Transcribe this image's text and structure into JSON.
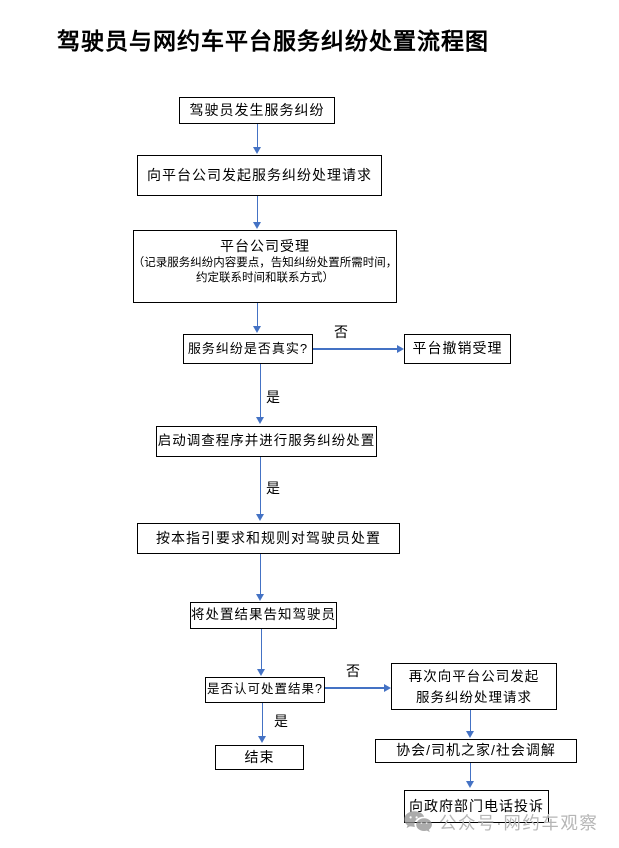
{
  "page": {
    "title": "驾驶员与网约车平台服务纠纷处置流程图"
  },
  "colors": {
    "arrow_blue": "#4472C4",
    "box_border": "#000000",
    "background": "#FFFFFF",
    "watermark_gray": "#B6B6B6"
  },
  "nodes": {
    "dispute_occurs": {
      "label": "驾驶员发生服务纠纷"
    },
    "send_request": {
      "label": "向平台公司发起服务纠纷处理请求"
    },
    "platform_accept": {
      "title": "平台公司受理",
      "note_line1": "（记录服务纠纷内容要点，告知纠纷处置所需时间，",
      "note_line2": "约定联系时间和联系方式）"
    },
    "is_dispute_real": {
      "label": "服务纠纷是否真实?"
    },
    "platform_cancel": {
      "label": "平台撤销受理"
    },
    "start_investigation": {
      "label": "启动调查程序并进行服务纠纷处置"
    },
    "handle_driver": {
      "label": "按本指引要求和规则对驾驶员处置"
    },
    "notify_result": {
      "label": "将处置结果告知驾驶员"
    },
    "accept_result": {
      "label": "是否认可处置结果?"
    },
    "re_request": {
      "line1": "再次向平台公司发起",
      "line2": "服务纠纷处理请求"
    },
    "end": {
      "label": "结束"
    },
    "mediation": {
      "label": "协会/司机之家/社会调解"
    },
    "complaint": {
      "label": "向政府部门电话投诉"
    }
  },
  "edge_labels": {
    "real_no": "否",
    "real_yes": "是",
    "investigate_yes": "是",
    "accept_no": "否",
    "accept_yes": "是"
  },
  "watermark": {
    "icon": "wechat-chat-bubbles-icon",
    "text": "公众号·网约车观察"
  }
}
